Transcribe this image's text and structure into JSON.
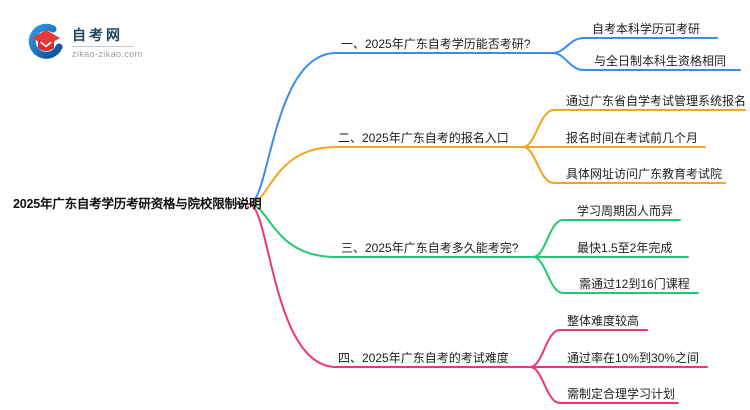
{
  "logo": {
    "site_name": "自考网",
    "site_url": "zikao-zikao.com",
    "icon": "graduation-cap-in-blue-crescent",
    "colors": {
      "crescent_blue": "#1b6ec2",
      "cap_red": "#e23b38",
      "name_navy": "#1d4560",
      "url_gray": "#9aa0a6"
    }
  },
  "root": {
    "title": "2025年广东自考学历考研资格与院校限制说明"
  },
  "branches": [
    {
      "label": "一、2025年广东自考学历能否考研?",
      "color": "#3b8cf0",
      "children": [
        "自考本科学历可考研",
        "与全日制本科生资格相同"
      ]
    },
    {
      "label": "二、2025年广东自考的报名入口",
      "color": "#f5a41f",
      "children": [
        "通过广东省自学考试管理系统报名",
        "报名时间在考试前几个月",
        "具体网址访问广东教育考试院"
      ]
    },
    {
      "label": "三、2025年广东自考多久能考完?",
      "color": "#22c873",
      "children": [
        "学习周期因人而异",
        "最快1.5至2年完成",
        "需通过12到16门课程"
      ]
    },
    {
      "label": "四、2025年广东自考的考试难度",
      "color": "#f1337d",
      "children": [
        "整体难度较高",
        "通过率在10%到30%之间",
        "需制定合理学习计划"
      ]
    }
  ]
}
